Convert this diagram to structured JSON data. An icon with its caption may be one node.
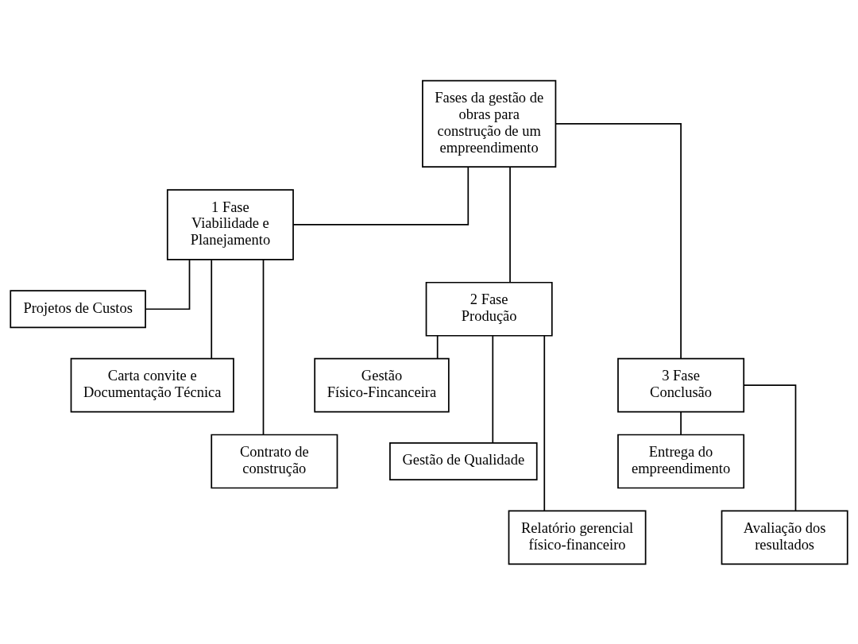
{
  "diagram": {
    "nodes": [
      {
        "text": [
          "Fases da gestão de obras para construção de um empreendimento"
        ]
      },
      {
        "text": [
          "1 Fase",
          "Viabilidade e Planejamento"
        ]
      },
      {
        "text": [
          "2 Fase",
          "Produção"
        ]
      },
      {
        "text": [
          "3 Fase",
          "Conclusão"
        ]
      },
      {
        "text": [
          "Projetos de Custos"
        ]
      },
      {
        "text": [
          "Carta convite e Documentação Técnica"
        ]
      },
      {
        "text": [
          "Contrato de construção"
        ]
      },
      {
        "text": [
          "Gestão Físico-Fincanceira"
        ]
      },
      {
        "text": [
          "Gestão de Qualidade"
        ]
      },
      {
        "text": [
          "Relatório gerencial físico-financeiro"
        ]
      },
      {
        "text": [
          "Entrega do empreendimento"
        ]
      },
      {
        "text": [
          "Avaliação dos resultados"
        ]
      }
    ],
    "edges": [
      {
        "from": 0,
        "to": 1,
        "arrow": "none"
      },
      {
        "from": 0,
        "to": 2,
        "arrow": "none"
      },
      {
        "from": 0,
        "to": 3,
        "arrow": "none"
      },
      {
        "from": 1,
        "to": 4,
        "arrow": "none"
      },
      {
        "from": 1,
        "to": 5,
        "arrow": "none"
      },
      {
        "from": 1,
        "to": 6,
        "arrow": "none"
      },
      {
        "from": 2,
        "to": 7,
        "arrow": "none"
      },
      {
        "from": 2,
        "to": 8,
        "arrow": "none"
      },
      {
        "from": 2,
        "to": 9,
        "arrow": "none"
      },
      {
        "from": 3,
        "to": 10,
        "arrow": "none"
      },
      {
        "from": 3,
        "to": 11,
        "arrow": "none"
      }
    ]
  }
}
